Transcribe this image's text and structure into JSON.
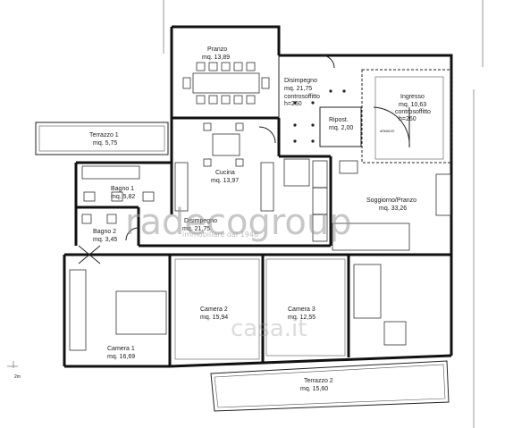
{
  "rooms": {
    "pranzo": {
      "name": "Pranzo",
      "area": "mq. 13,89"
    },
    "disimpegno_top": {
      "name": "Disimpegno",
      "area": "mq. 21,75",
      "note": "controsoffitto",
      "height": "h=260"
    },
    "ingresso": {
      "name": "Ingresso",
      "area": "mq. 10,63",
      "note": "controsoffitto",
      "height": "h=260"
    },
    "ripost": {
      "name": "Ripost.",
      "area": "mq. 2,00"
    },
    "terrazzo1": {
      "name": "Terrazzo 1",
      "area": "mq. 5,75"
    },
    "cucina": {
      "name": "Cucina",
      "area": "mq. 13,97"
    },
    "bagno1": {
      "name": "Bagno 1",
      "area": "mq. 5,82"
    },
    "soggiorno": {
      "name": "Soggiorno/Pranzo",
      "area": "mq. 33,26"
    },
    "bagno2": {
      "name": "Bagno 2",
      "area": "mq. 3,45"
    },
    "disimpegno_mid": {
      "name": "Disimpegno",
      "area": "mq. 21,75"
    },
    "camera1": {
      "name": "Camera 1",
      "area": "mq. 16,69"
    },
    "camera2": {
      "name": "Camera 2",
      "area": "mq. 15,94"
    },
    "camera3": {
      "name": "Camera 3",
      "area": "mq. 12,55"
    },
    "terrazzo2": {
      "name": "Terrazzo 2",
      "area": "mq. 15,60"
    }
  },
  "watermark": {
    "brand": "radecogroup",
    "tagline": "immobiliare dal 1946",
    "mark": "casa.it"
  },
  "misc": {
    "scale_note": "2m",
    "small_label": "ARMADIO"
  }
}
